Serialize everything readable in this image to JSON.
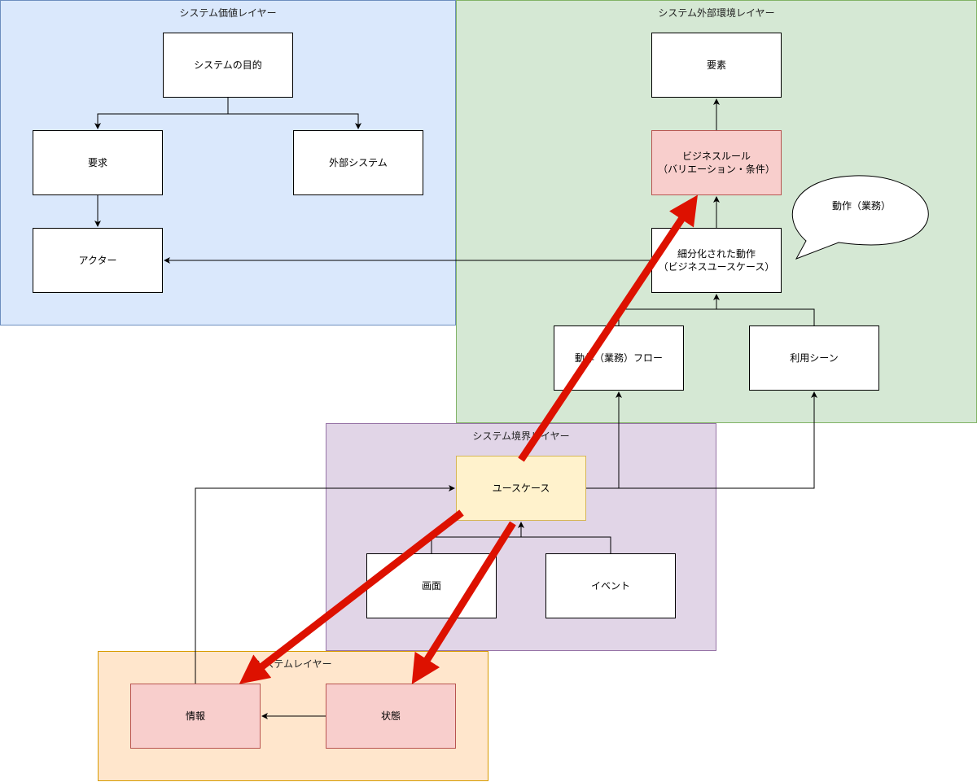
{
  "layers": {
    "value": "システム価値レイヤー",
    "external": "システム外部環境レイヤー",
    "boundary": "システム境界レイヤー",
    "system": "システムレイヤー"
  },
  "nodes": {
    "purpose": "システムの目的",
    "requirement": "要求",
    "external_system": "外部システム",
    "actor": "アクター",
    "element": "要素",
    "business_rule": "ビジネスルール\n（バリエーション・条件）",
    "business_usecase": "細分化された動作\n（ビジネスユースケース）",
    "business_flow": "動作（業務）フロー",
    "usage_scene": "利用シーン",
    "usecase": "ユースケース",
    "screen": "画面",
    "event": "イベント",
    "information": "情報",
    "state": "状態"
  },
  "callout": "動作（業務）",
  "colors": {
    "highlight_arrow": "#dd1100",
    "value_layer": "#dae8fc",
    "external_layer": "#d5e8d4",
    "boundary_layer": "#e1d5e7",
    "system_layer": "#ffe6cc"
  }
}
